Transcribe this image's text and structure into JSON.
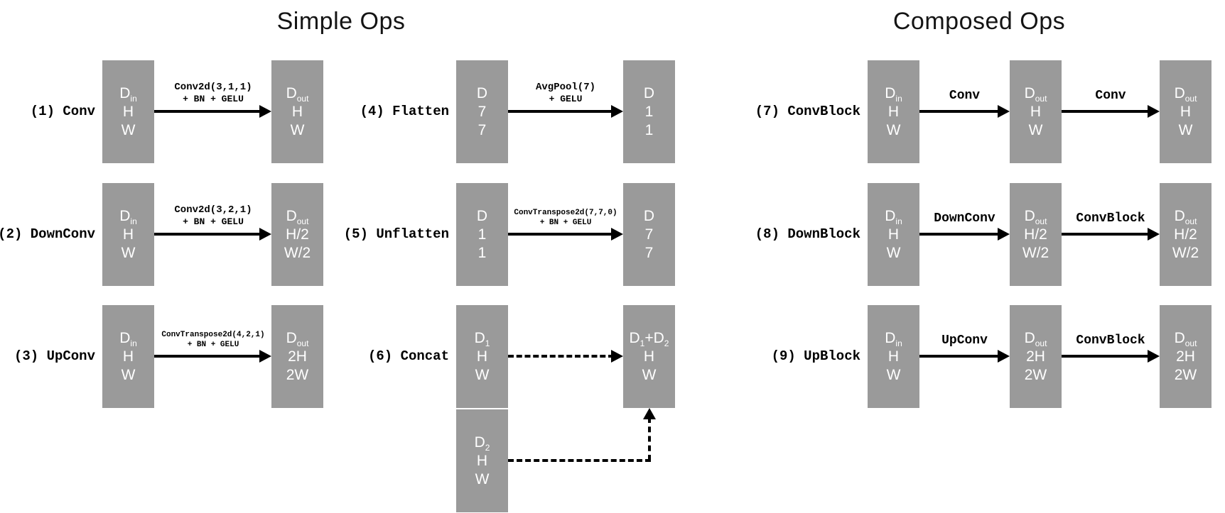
{
  "colors": {
    "background": "#ffffff",
    "box_fill": "#9a9a9a",
    "box_text": "#ffffff",
    "arrow": "#000000",
    "label_text": "#000000"
  },
  "titles": {
    "simple": "Simple Ops",
    "composed": "Composed Ops"
  },
  "ops": {
    "op1": {
      "label": "(1) Conv",
      "arrow": {
        "l1": "Conv2d(3,1,1)",
        "l2": "+ BN + GELU"
      },
      "in": {
        "b": "D",
        "s": "in",
        "l2": "H",
        "l3": "W"
      },
      "out": {
        "b": "D",
        "s": "out",
        "l2": "H",
        "l3": "W"
      }
    },
    "op2": {
      "label": "(2) DownConv",
      "arrow": {
        "l1": "Conv2d(3,2,1)",
        "l2": "+ BN + GELU"
      },
      "in": {
        "b": "D",
        "s": "in",
        "l2": "H",
        "l3": "W"
      },
      "out": {
        "b": "D",
        "s": "out",
        "l2": "H/2",
        "l3": "W/2"
      }
    },
    "op3": {
      "label": "(3) UpConv",
      "arrow": {
        "l1": "ConvTranspose2d(4,2,1)",
        "l2": "+ BN + GELU"
      },
      "in": {
        "b": "D",
        "s": "in",
        "l2": "H",
        "l3": "W"
      },
      "out": {
        "b": "D",
        "s": "out",
        "l2": "2H",
        "l3": "2W"
      }
    },
    "op4": {
      "label": "(4) Flatten",
      "arrow": {
        "l1": "AvgPool(7)",
        "l2": "+ GELU"
      },
      "in": {
        "b": "D",
        "l2": "7",
        "l3": "7"
      },
      "out": {
        "b": "D",
        "l2": "1",
        "l3": "1"
      }
    },
    "op5": {
      "label": "(5) Unflatten",
      "arrow": {
        "l1": "ConvTranspose2d(7,7,0)",
        "l2": "+ BN + GELU"
      },
      "in": {
        "b": "D",
        "l2": "1",
        "l3": "1"
      },
      "out": {
        "b": "D",
        "l2": "7",
        "l3": "7"
      }
    },
    "op6": {
      "label": "(6) Concat",
      "in1": {
        "b": "D",
        "s": "1",
        "l2": "H",
        "l3": "W"
      },
      "in2": {
        "b": "D",
        "s": "2",
        "l2": "H",
        "l3": "W"
      },
      "out": {
        "b": "D",
        "s": "1",
        "m": "+",
        "b2": "D",
        "s2": "2",
        "l2": "H",
        "l3": "W"
      }
    },
    "op7": {
      "label": "(7) ConvBlock",
      "arrow1": {
        "l1": "Conv"
      },
      "arrow2": {
        "l1": "Conv"
      },
      "in": {
        "b": "D",
        "s": "in",
        "l2": "H",
        "l3": "W"
      },
      "mid": {
        "b": "D",
        "s": "out",
        "l2": "H",
        "l3": "W"
      },
      "out": {
        "b": "D",
        "s": "out",
        "l2": "H",
        "l3": "W"
      }
    },
    "op8": {
      "label": "(8) DownBlock",
      "arrow1": {
        "l1": "DownConv"
      },
      "arrow2": {
        "l1": "ConvBlock"
      },
      "in": {
        "b": "D",
        "s": "in",
        "l2": "H",
        "l3": "W"
      },
      "mid": {
        "b": "D",
        "s": "out",
        "l2": "H/2",
        "l3": "W/2"
      },
      "out": {
        "b": "D",
        "s": "out",
        "l2": "H/2",
        "l3": "W/2"
      }
    },
    "op9": {
      "label": "(9) UpBlock",
      "arrow1": {
        "l1": "UpConv"
      },
      "arrow2": {
        "l1": "ConvBlock"
      },
      "in": {
        "b": "D",
        "s": "in",
        "l2": "H",
        "l3": "W"
      },
      "mid": {
        "b": "D",
        "s": "out",
        "l2": "2H",
        "l3": "2W"
      },
      "out": {
        "b": "D",
        "s": "out",
        "l2": "2H",
        "l3": "2W"
      }
    }
  }
}
